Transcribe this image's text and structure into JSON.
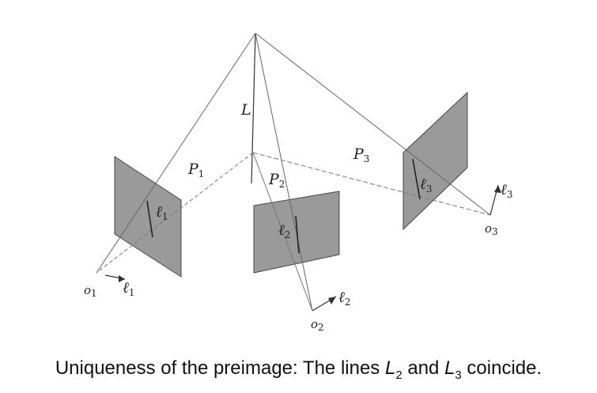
{
  "labels": {
    "L": "L",
    "P1": "P",
    "P1_sub": "1",
    "P2": "P",
    "P2_sub": "2",
    "P3": "P",
    "P3_sub": "3",
    "l1_plane": "ℓ",
    "l1_plane_sub": "1",
    "l2_plane": "ℓ",
    "l2_plane_sub": "2",
    "l3_plane": "ℓ",
    "l3_plane_sub": "3",
    "l1_axis": "ℓ",
    "l1_axis_sub": "1",
    "l2_axis": "ℓ",
    "l2_axis_sub": "2",
    "l3_axis": "ℓ",
    "l3_axis_sub": "3",
    "o1": "o",
    "o1_sub": "1",
    "o2": "o",
    "o2_sub": "2",
    "o3": "o",
    "o3_sub": "3"
  },
  "caption": {
    "prefix": "Uniqueness of the preimage: The lines ",
    "L2": "L",
    "L2_sub": "2",
    "middle": " and ",
    "L3": "L",
    "L3_sub": "3",
    "suffix": " coincide."
  },
  "colors": {
    "plane_fill": "#9a9a9a",
    "line": "#555555",
    "text": "#222222"
  }
}
